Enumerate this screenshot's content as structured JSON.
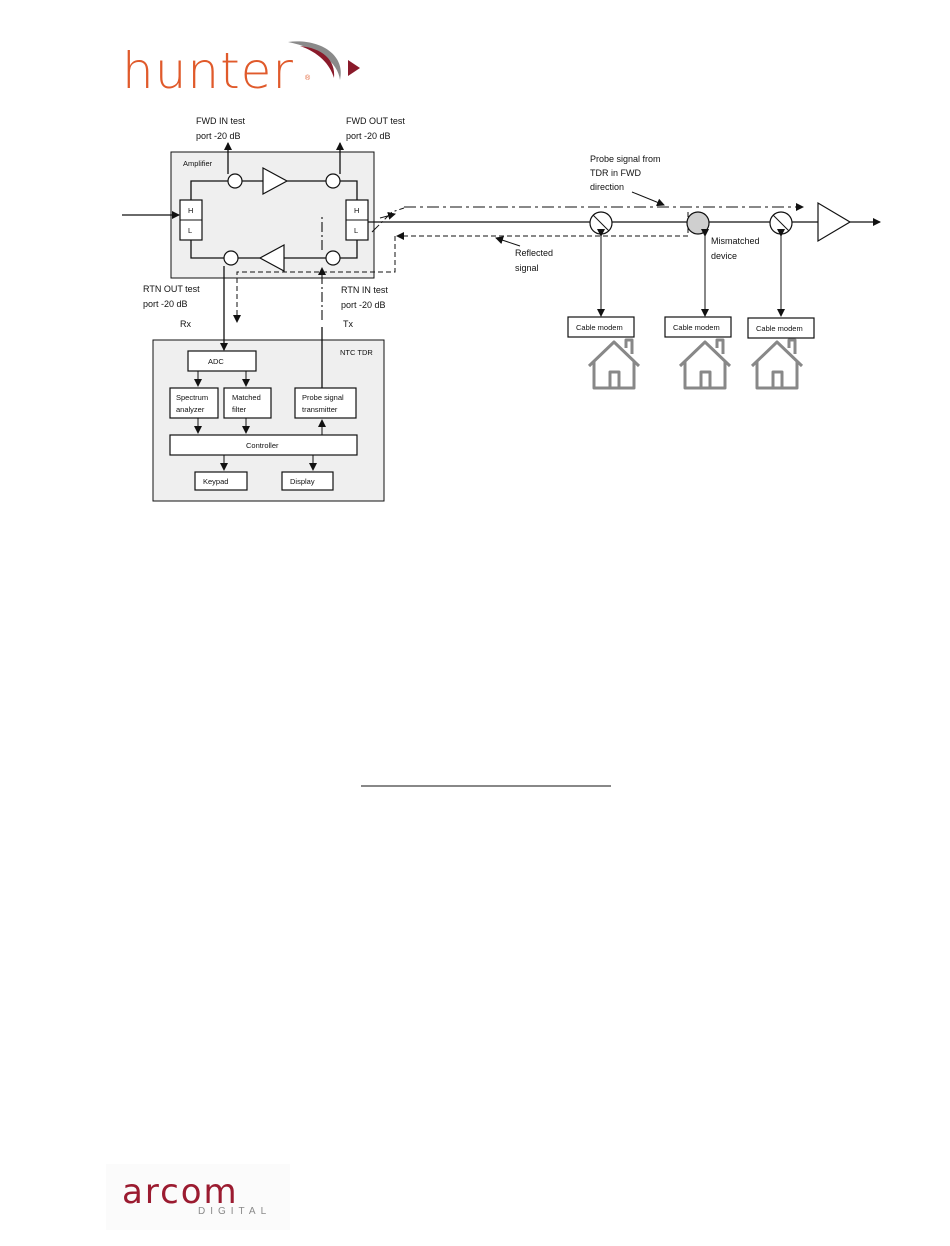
{
  "header": {
    "logo_text": "hunter",
    "logo_mark": "®",
    "brand_color": "#e05a2b",
    "swoosh_color": "#8a1a2a"
  },
  "diagram": {
    "labels": {
      "fwd_in": [
        "FWD IN test",
        "port -20 dB"
      ],
      "fwd_out": [
        "FWD OUT test",
        "port -20 dB"
      ],
      "rtn_out": [
        "RTN OUT test",
        "port -20 dB"
      ],
      "rtn_in": [
        "RTN IN test",
        "port -20 dB"
      ],
      "rx": "Rx",
      "tx": "Tx",
      "amplifier": "Amplifier",
      "h": "H",
      "l": "L",
      "probe": [
        "Probe signal from",
        "TDR in FWD",
        "direction"
      ],
      "reflected": [
        "Reflected",
        "signal"
      ],
      "mismatched": [
        "Mismatched",
        "device"
      ]
    },
    "tdr": {
      "title": "NTC TDR",
      "adc": "ADC",
      "spectrum": [
        "Spectrum",
        "analyzer"
      ],
      "matched": [
        "Matched",
        "filter"
      ],
      "probe_tx": [
        "Probe signal",
        "transmitter"
      ],
      "controller": "Controller",
      "keypad": "Keypad",
      "display": "Display"
    },
    "modems": [
      "Cable modem",
      "Cable modem",
      "Cable modem"
    ],
    "colors": {
      "panel": "#efefef",
      "mismatch_fill": "#cfcfcf"
    }
  },
  "footer": {
    "logo_main": "arcom",
    "logo_sub": "DIGITAL",
    "brand_color": "#9b1b30",
    "sub_color": "#8a8a8a"
  }
}
